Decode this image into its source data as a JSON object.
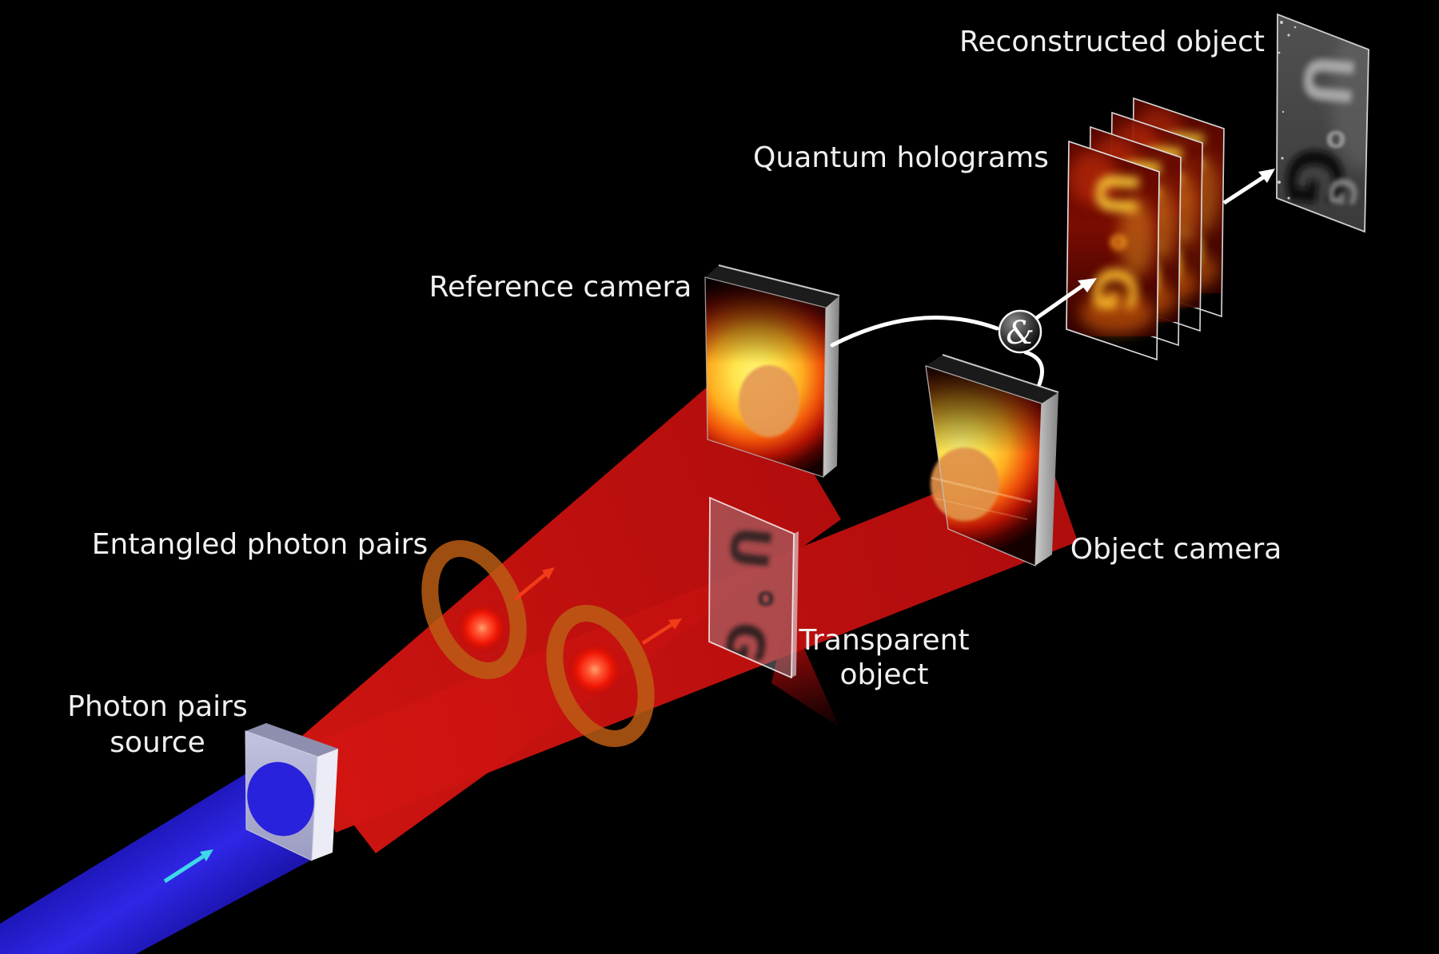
{
  "scene": {
    "background": "#000000",
    "label_color": "#f0f0f0",
    "labels": {
      "photon_pairs_source": {
        "line1": "Photon pairs",
        "line2": "source"
      },
      "entangled_photon_pairs": "Entangled photon pairs",
      "reference_camera": "Reference camera",
      "transparent_object": {
        "line1": "Transparent",
        "line2": "object"
      },
      "object_camera": "Object camera",
      "quantum_holograms": "Quantum holograms",
      "reconstructed_object": "Reconstructed object",
      "combine_operator": "&"
    },
    "object_letters": {
      "u": "U",
      "o": "o",
      "g": "G"
    },
    "counts": {
      "quantum_hologram_panels": 4,
      "entangled_photons": 2
    },
    "colors": {
      "pump_beam_blue": "#2a22e0",
      "photon_beam_red": "#c81111",
      "entanglement_ribbon_orange": "#bc5e14",
      "photon_dot_red": "#ff4422",
      "beam_arrow_red": "#f23c18",
      "pump_arrow_cyan": "#3fd8e8",
      "connector_white": "#ffffff",
      "crystal_lavender": "#b8b8d8",
      "hologram_hot_yellow": "#ffd23c",
      "reconstruction_gray": "#9a9a9a"
    }
  }
}
